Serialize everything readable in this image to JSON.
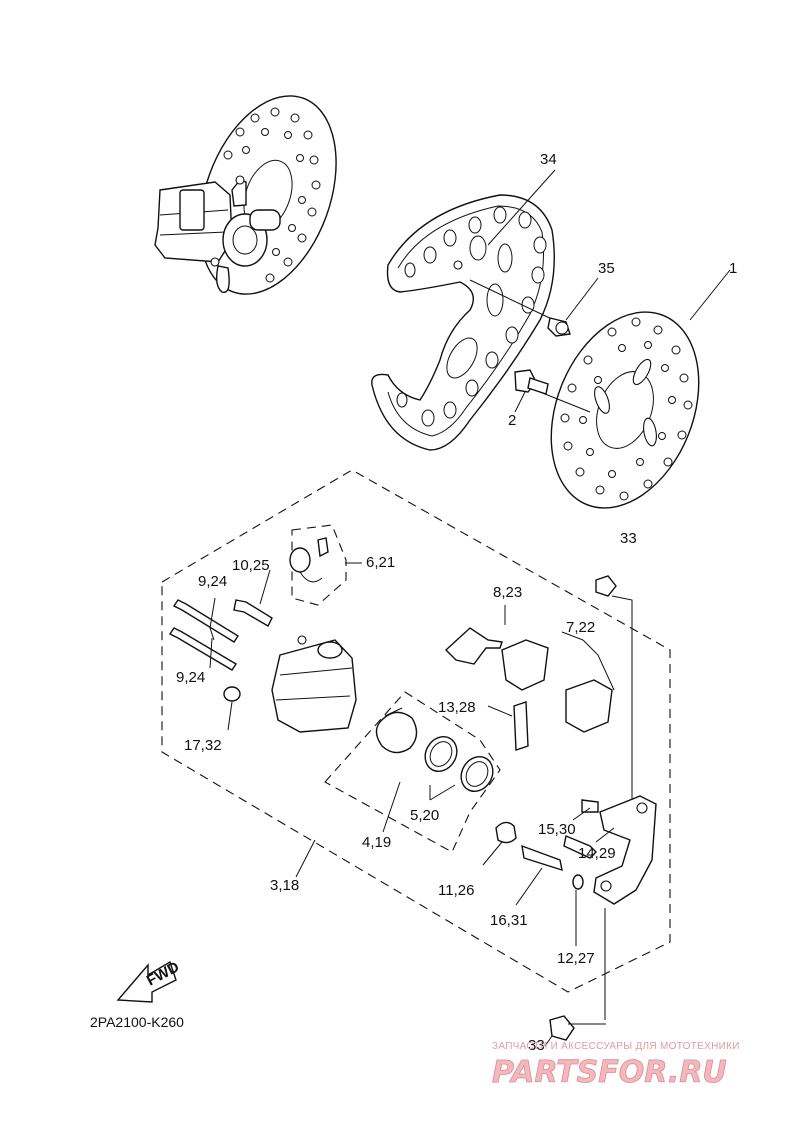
{
  "diagram": {
    "part_code": "2PA2100-K260",
    "fwd_label": "FWD",
    "labels": {
      "p1": "1",
      "p2": "2",
      "p34": "34",
      "p35": "35",
      "p33_top": "33",
      "p33_bottom": "33",
      "p6_21": "6,21",
      "p10_25": "10,25",
      "p9_24_top": "9,24",
      "p9_24_bottom": "9,24",
      "p8_23": "8,23",
      "p7_22": "7,22",
      "p13_28": "13,28",
      "p17_32": "17,32",
      "p5_20": "5,20",
      "p4_19": "4,19",
      "p15_30": "15,30",
      "p14_29": "14,29",
      "p11_26": "11,26",
      "p16_31": "16,31",
      "p12_27": "12,27",
      "p3_18": "3,18"
    }
  },
  "watermark": {
    "line1": "ЗАПЧАСТИ И АКСЕССУАРЫ ДЛЯ МОТОТЕХНИКИ",
    "line2": "PARTSFOR.RU"
  }
}
